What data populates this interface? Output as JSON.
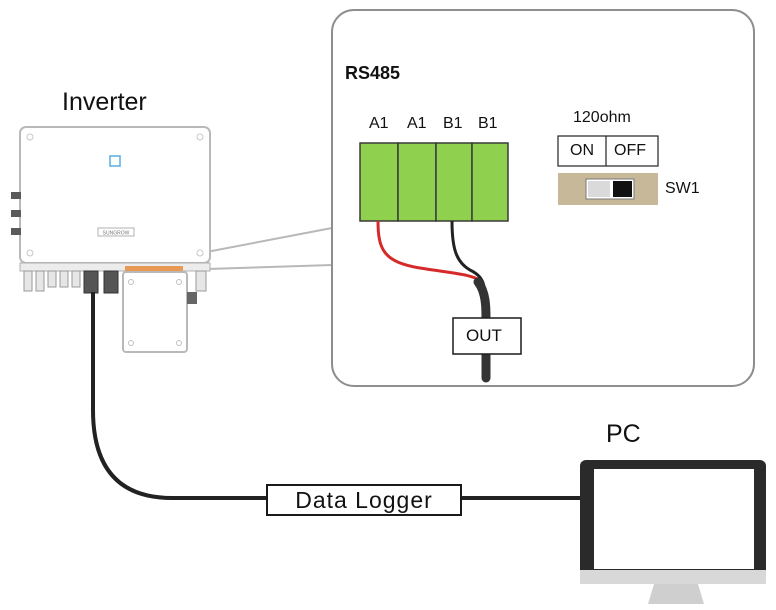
{
  "labels": {
    "inverter": "Inverter",
    "rs485": "RS485",
    "terminals": [
      "A1",
      "A1",
      "B1",
      "B1"
    ],
    "resistor": "120ohm",
    "on": "ON",
    "off": "OFF",
    "switch": "SW1",
    "out": "OUT",
    "pc": "PC",
    "data_logger": "Data Logger",
    "inverter_badge": "SUNGROW"
  },
  "colors": {
    "terminal_green": "#8fd14f",
    "wire_red": "#d62a2a",
    "cable_black": "#222222",
    "switch_body": "#c8b89a",
    "indicator_blue": "#5aaee0",
    "tray_orange": "#e89a55"
  }
}
